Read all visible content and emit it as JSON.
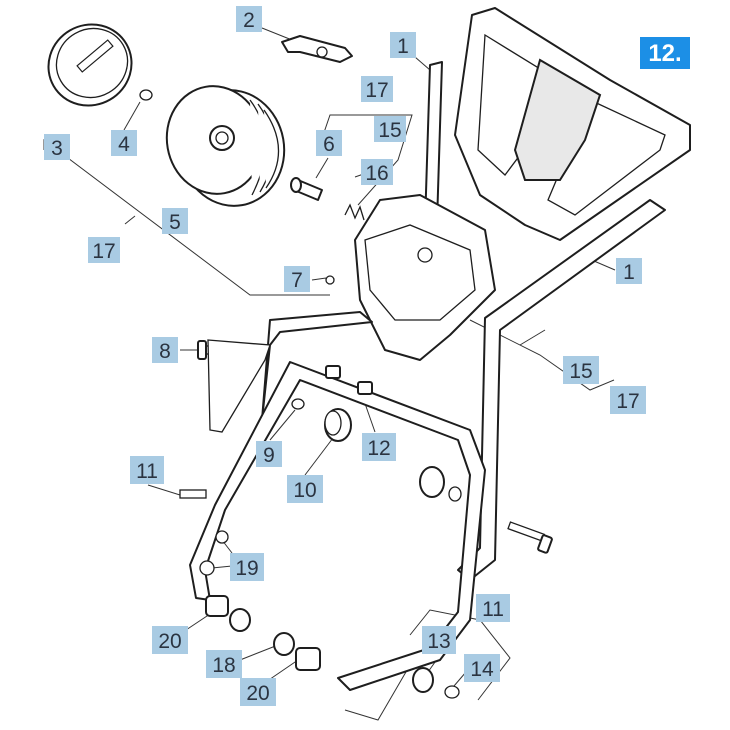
{
  "diagram": {
    "title_badge": "12.",
    "callouts": [
      {
        "id": "c-2",
        "text": "2"
      },
      {
        "id": "c-1-top",
        "text": "1"
      },
      {
        "id": "c-3",
        "text": "3"
      },
      {
        "id": "c-4",
        "text": "4"
      },
      {
        "id": "c-17-top",
        "text": "17"
      },
      {
        "id": "c-6",
        "text": "6"
      },
      {
        "id": "c-15-top",
        "text": "15"
      },
      {
        "id": "c-16",
        "text": "16"
      },
      {
        "id": "c-5",
        "text": "5"
      },
      {
        "id": "c-17-left",
        "text": "17"
      },
      {
        "id": "c-7",
        "text": "7"
      },
      {
        "id": "c-1-right",
        "text": "1"
      },
      {
        "id": "c-8",
        "text": "8"
      },
      {
        "id": "c-15-right",
        "text": "15"
      },
      {
        "id": "c-17-right",
        "text": "17"
      },
      {
        "id": "c-9",
        "text": "9"
      },
      {
        "id": "c-12",
        "text": "12"
      },
      {
        "id": "c-10",
        "text": "10"
      },
      {
        "id": "c-11-left",
        "text": "11"
      },
      {
        "id": "c-19",
        "text": "19"
      },
      {
        "id": "c-11-right",
        "text": "11"
      },
      {
        "id": "c-20-left",
        "text": "20"
      },
      {
        "id": "c-13",
        "text": "13"
      },
      {
        "id": "c-14",
        "text": "14"
      },
      {
        "id": "c-18",
        "text": "18"
      },
      {
        "id": "c-20-bottom",
        "text": "20"
      }
    ]
  }
}
